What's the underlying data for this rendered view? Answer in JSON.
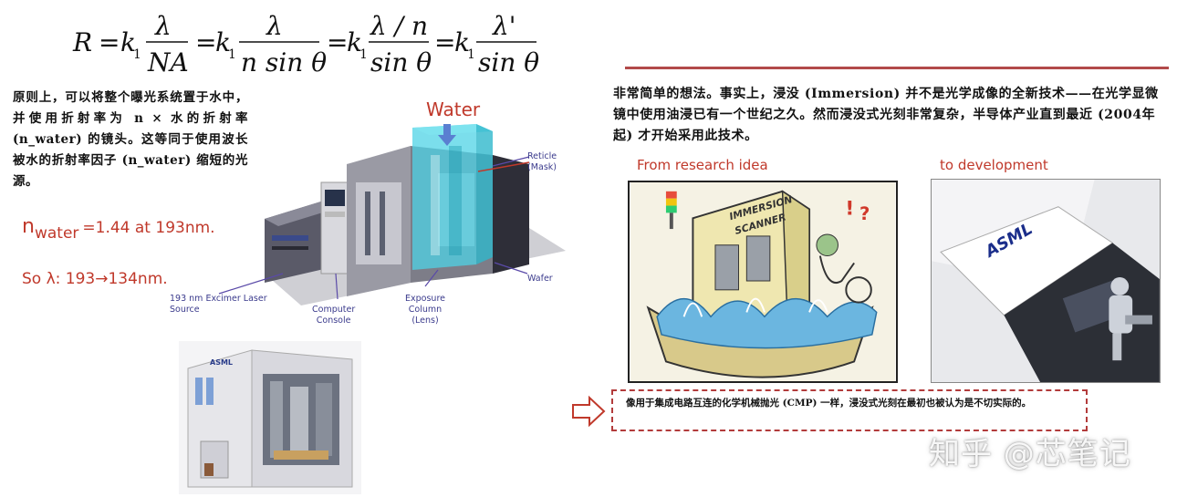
{
  "formula": {
    "R": "R",
    "eq": "=",
    "k1": "k",
    "k1_sub": "1",
    "lambda": "λ",
    "NA": "NA",
    "lambda_over_n": "λ / n",
    "n_sin": "n sin θ",
    "sin": "sin θ",
    "lambda_prime": "λ'"
  },
  "left": {
    "paragraph": "原则上，可以将整个曝光系统置于水中，并使用折射率为 n × 水的折射率 (n_water) 的镜头。这等同于使用波长被水的折射率因子 (n_water) 缩短的光源。",
    "n_symbol": "n",
    "n_sub": "water",
    "n_value": "=1.44 at 193nm.",
    "so_lambda": "So λ: 193→134nm."
  },
  "diagram": {
    "water": "Water",
    "reticle": "Reticle",
    "reticle_sub": "(Mask)",
    "wafer": "Wafer",
    "laser_line1": "193 nm Excimer Laser",
    "laser_line2": "Source",
    "console_line1": "Computer",
    "console_line2": "Console",
    "exposure_line1": "Exposure",
    "exposure_line2": "Column",
    "exposure_line3": "(Lens)",
    "asml_small": "ASML"
  },
  "right": {
    "paragraph": "非常简单的想法。事实上，浸没 (Immersion) 并不是光学成像的全新技术——在光学显微镜中使用油浸已有一个世纪之久。然而浸没式光刻非常复杂，半导体产业直到最近 (2004年起) 才开始采用此技术。",
    "caption_research": "From research idea",
    "caption_dev": "to development",
    "cartoon_text1": "IMMERSION",
    "cartoon_text2": "SCANNER",
    "asml_logo": "ASML",
    "note": "像用于集成电路互连的化学机械抛光 (CMP) 一样，浸没式光刻在最初也被认为是不切实际的。"
  },
  "watermark": "知乎 @芯笔记",
  "colors": {
    "accent_red": "#c0392b",
    "rule": "#b24a4a",
    "diagram_blue": "#3a3a8c",
    "water_cyan": "#4fd3e6"
  }
}
